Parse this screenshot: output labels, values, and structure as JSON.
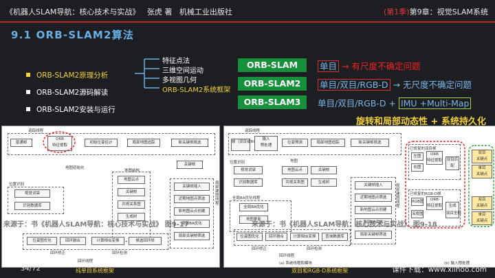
{
  "header": {
    "book": "《机器人SLAM导航：核心技术与实战》",
    "author": "张虎 著",
    "publisher": "机械工业出版社",
    "season": "(第1季)",
    "chapter": "第9章：视觉SLAM系统"
  },
  "title": "9.1 ORB-SLAM2算法",
  "list": [
    "ORB-SLAM2原理分析",
    "ORB-SLAM2源码解读",
    "ORB-SLAM2安装与运行"
  ],
  "branches": [
    "特征点法",
    "三维空间运动",
    "多视图几何",
    "ORB-SLAM2系统框架"
  ],
  "systems": [
    {
      "tag": "ORB-SLAM",
      "mode": "单目",
      "arrow": "→",
      "note": "有尺度不确定问题"
    },
    {
      "tag": "ORB-SLAM2",
      "mode": "单目/双目/RGB-D",
      "arrow": "→",
      "note": "无尺度不确定问题"
    },
    {
      "tag": "ORB-SLAM3",
      "mode": "单目/双目/RGB-D +",
      "extra": "IMU +Multi-Map"
    }
  ],
  "slogan": "旋转和局部动态性 + 系统持久化",
  "fig1": {
    "nodes": {
      "track": "追踪线程",
      "frame": "普通帧",
      "orb": "ORB",
      "orb2": "特征提取",
      "init": "初始位姿估计",
      "local_track": "局部地图追踪",
      "kf_select": "新关键帧挑选",
      "map_init": "地图初始化",
      "kf": "关键帧",
      "map_struct": "地图结构",
      "place": "位置识别",
      "vocab": "视觉词袋",
      "kfdb": "识别数据库",
      "mp": "地图云点",
      "kfs": "关键帧",
      "cov": "共视关系图",
      "st": "生成树",
      "kf_insert": "关键帧插入",
      "mp_cull": "近期地图点筛选",
      "mp_new": "新地图云点创建",
      "lba": "局部BA优化",
      "kf_cull": "局部关键帧筛选",
      "local_map": "局部建图线程",
      "pose": "位姿图优化",
      "fuse": "回环融合",
      "sim3": "计算相似变换",
      "cand": "候选回环帧",
      "loop_fix": "回环修正",
      "loop_det": "回环检测",
      "loop": "回环线程"
    },
    "watermark": "来源于：书《机器人SLAM导航：核心技术与实战》 图9-17"
  },
  "fig2": {
    "nodes": {
      "track": "追踪线程",
      "input": "输入",
      "pre": "预处理",
      "frame": "帧（双目或RGB-D）",
      "pose": "位姿预测",
      "local_track": "局部地图追踪",
      "kf_select": "新关键帧挑选",
      "place": "位置识别",
      "vocab": "视觉词袋",
      "kfdb": "识别数据库",
      "map": "地图",
      "mp": "地图云点",
      "kfs": "关键帧",
      "cov": "共视关系图",
      "st": "生成树",
      "gba": "全局BA优化线程",
      "full_ba": "全局BA优化",
      "map_upd": "地图更新",
      "kf_insert": "关键帧插入",
      "mp_cull": "近期地图点筛选",
      "mp_new": "新地图云点创建",
      "lba": "局部BA优化",
      "kf_cull": "局部关键帧筛选",
      "local_map": "局部建图线程",
      "pg": "位姿图优化",
      "fuse": "回环融合",
      "sim3": "计算相似变换",
      "query": "查询数据库",
      "loop": "回环线程",
      "loop_fix": "回环修正",
      "loop_det": "回环检测",
      "stereo_title": "已修复的双目帧",
      "left": "左图",
      "right": "右图",
      "orb": "ORB",
      "orb2": "特征提取",
      "stereo_match": "双目匹配",
      "rgbd_title": "已修复的RGB-D帧",
      "rgb": "RGB图",
      "depth": "深度图",
      "gen": "生成",
      "coords": "双目坐标",
      "kp1": "双目",
      "kp2": "单目",
      "kp3": "关键点",
      "kp4": "关键点",
      "caption_a": "(a) 系统线程和模块",
      "caption_b": "(b) 输入预处理"
    },
    "watermark": "来源于：书《机器人SLAM导航：核心技术与实战》 图9-18"
  },
  "footer": {
    "page": "34/72",
    "cap1": "纯单目系统框架",
    "cap2": "双目和RGB-D系统框架",
    "download": "课件下载：www.xiihoo.com"
  },
  "colors": {
    "accent": "#6ab0e8",
    "tag_green": "#17903c",
    "yellow": "#f5d23a",
    "red": "#e22"
  }
}
